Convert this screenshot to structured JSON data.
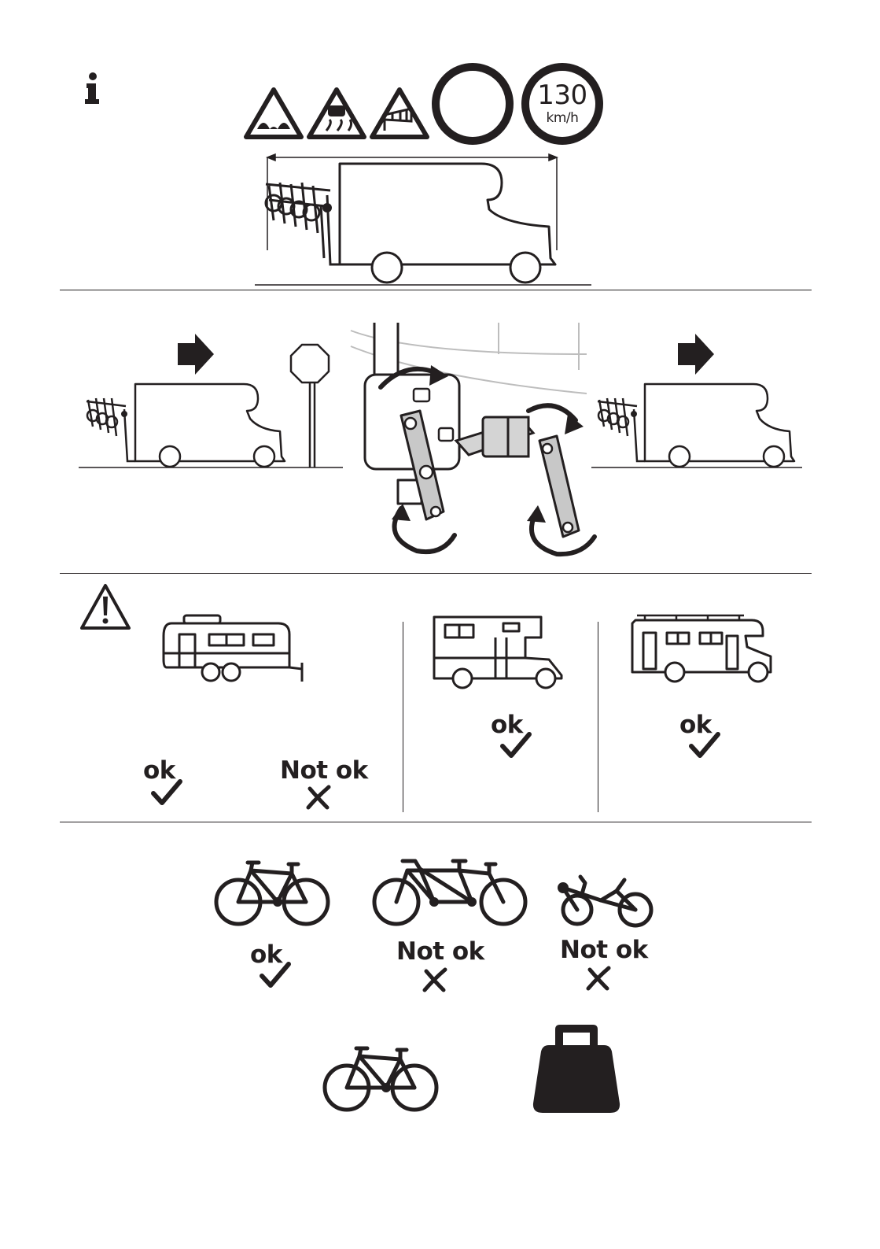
{
  "labels": {
    "speed_value": "130",
    "speed_unit": "km/h",
    "ok": "ok",
    "not_ok": "Not ok"
  },
  "icons": {
    "info": "info-icon",
    "warning": "warning-triangle-icon",
    "check": "check-mark-icon",
    "cross": "cross-mark-icon",
    "weight": "weight-icon"
  },
  "colors": {
    "ink": "#231f20",
    "background": "#ffffff",
    "hitch_grey": "#d4d4d4"
  }
}
